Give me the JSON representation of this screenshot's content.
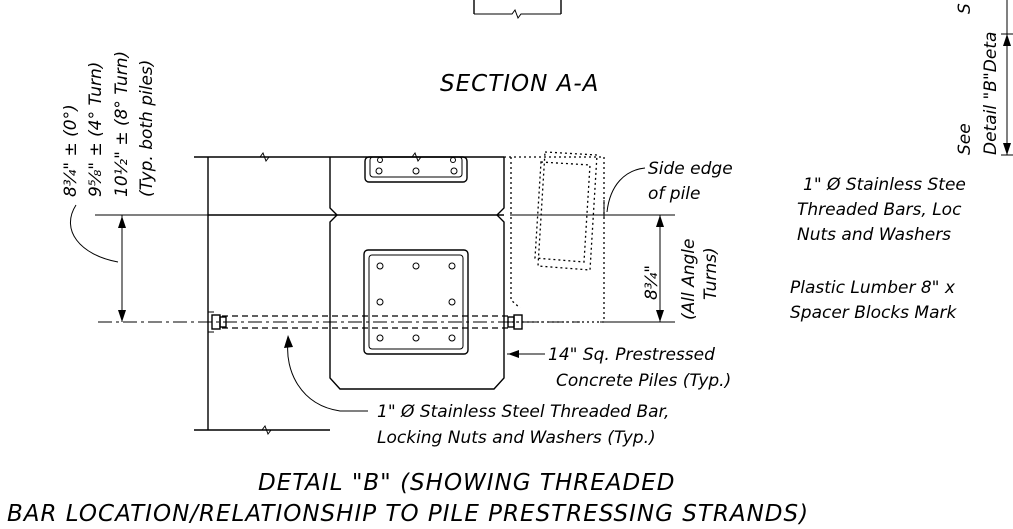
{
  "section_title": "SECTION A-A",
  "detail_title_line1": "DETAIL \"B\" (SHOWING THREADED",
  "detail_title_line2": "BAR LOCATION/RELATIONSHIP TO PILE PRESTRESSING STRANDS)",
  "angle_dims": {
    "zero_turn": "8¾\" ± (0°)",
    "four_turn": "9⅝\" ± (4° Turn)",
    "eight_turn": "10½\" ± (8° Turn)",
    "typ_note": "(Typ. both piles)"
  },
  "side_edge_note": {
    "line1": "Side edge",
    "line2": "of pile"
  },
  "all_angle_dim": {
    "value": "8¾\"",
    "note1": "(All Angle",
    "note2": "Turns)"
  },
  "pile_note": {
    "line1": "14\" Sq. Prestressed",
    "line2": "Concrete Piles (Typ.)"
  },
  "bar_note": {
    "line1": "1\" Ø Stainless Steel Threaded Bar,",
    "line2": "Locking Nuts and Washers (Typ.)"
  },
  "right_panel": {
    "see_line1": "See",
    "see_line2": "Detail \"B\"Deta",
    "top_fragment": "S",
    "stainless_line1": "1\" Ø Stainless Stee",
    "stainless_line2": "Threaded Bars, Loc",
    "stainless_line3": "Nuts and Washers",
    "lumber_line1": "Plastic Lumber 8\" x",
    "lumber_line2": "Spacer Blocks Mark"
  }
}
